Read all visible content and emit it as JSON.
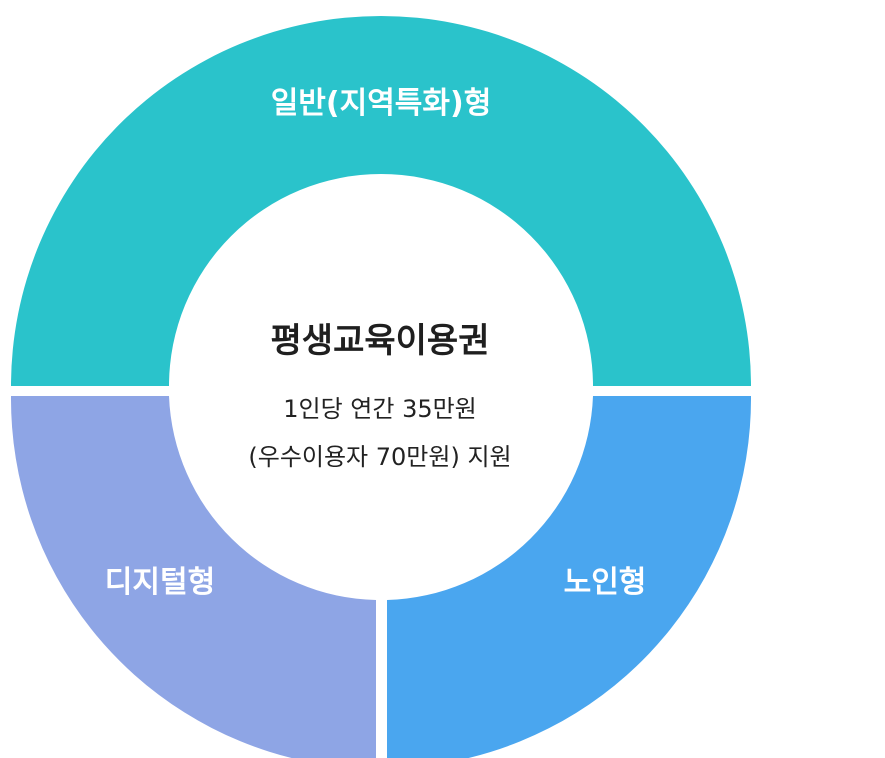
{
  "segments": [
    {
      "id": "top",
      "label": "일반(지역특화)형",
      "color": "#2AC3CB"
    },
    {
      "id": "bottom-left",
      "label": "디지털형",
      "color": "#8EA5E5"
    },
    {
      "id": "bottom-right",
      "label": "노인형",
      "color": "#4AA6EF"
    }
  ],
  "center": {
    "title": "평생교육이용권",
    "line1": "1인당 연간  35만원",
    "line2": "(우수이용자 70만원) 지원"
  }
}
